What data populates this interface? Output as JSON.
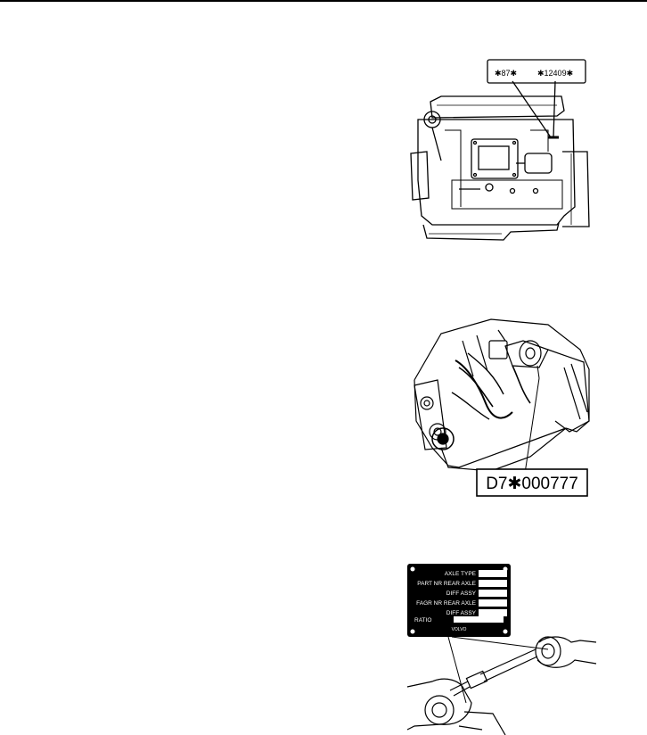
{
  "engine_side": {
    "plate_left": "✱87✱",
    "plate_right": "✱12409✱"
  },
  "engine_iso": {
    "serial": "D7✱000777"
  },
  "axle_plate": {
    "rows": [
      "AXLE TYPE",
      "PART NR REAR AXLE",
      "DIFF ASSY",
      "FAGR NR REAR AXLE",
      "DIFF ASSY"
    ],
    "ratio_label": "RATIO",
    "brand": "VOLVO"
  },
  "colors": {
    "ink": "#000000",
    "paper": "#ffffff"
  }
}
